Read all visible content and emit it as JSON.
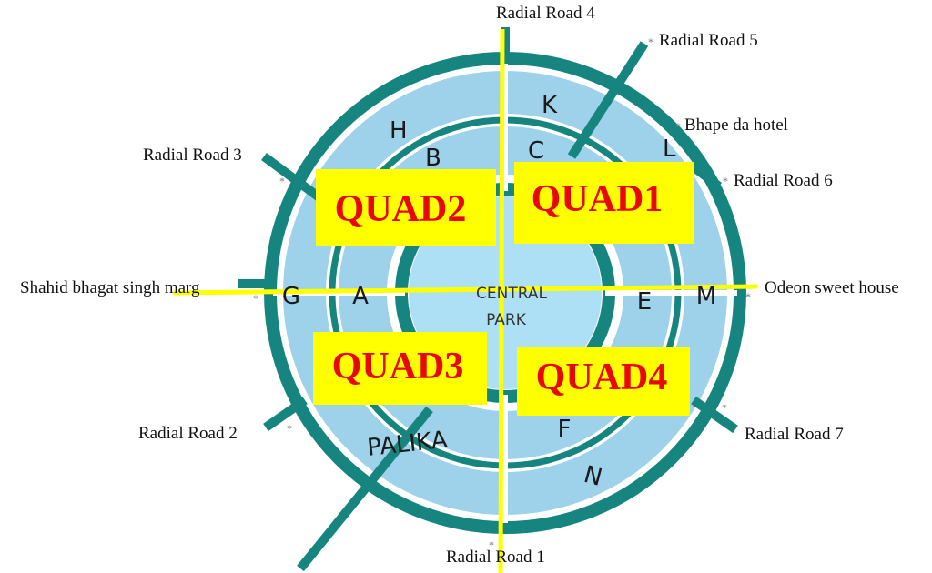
{
  "colors": {
    "ring": "#168580",
    "block": "#9ed2ea",
    "park": "#aee0f5",
    "highlight": "#ffff00",
    "quad_text": "#e8070a"
  },
  "roads": {
    "radial_1": "Radial Road 1",
    "radial_2": "Radial Road 2",
    "radial_3": "Radial Road 3",
    "radial_4": "Radial Road 4",
    "radial_5": "Radial Road 5",
    "radial_6": "Radial Road 6",
    "radial_7": "Radial Road 7"
  },
  "landmarks": {
    "west": "Shahid bhagat singh marg",
    "east": "Odeon sweet house",
    "northeast": "Bhape da hotel"
  },
  "blocks": {
    "K": "K",
    "H": "H",
    "C": "C",
    "B": "B",
    "L": "L",
    "G": "G",
    "A": "A",
    "E": "E",
    "M": "M",
    "F": "F",
    "N": "N",
    "palika": "PALIKA"
  },
  "park": {
    "line1": "CENTRAL",
    "line2": "PARK"
  },
  "quads": {
    "q1": "QUAD1",
    "q2": "QUAD2",
    "q3": "QUAD3",
    "q4": "QUAD4"
  }
}
